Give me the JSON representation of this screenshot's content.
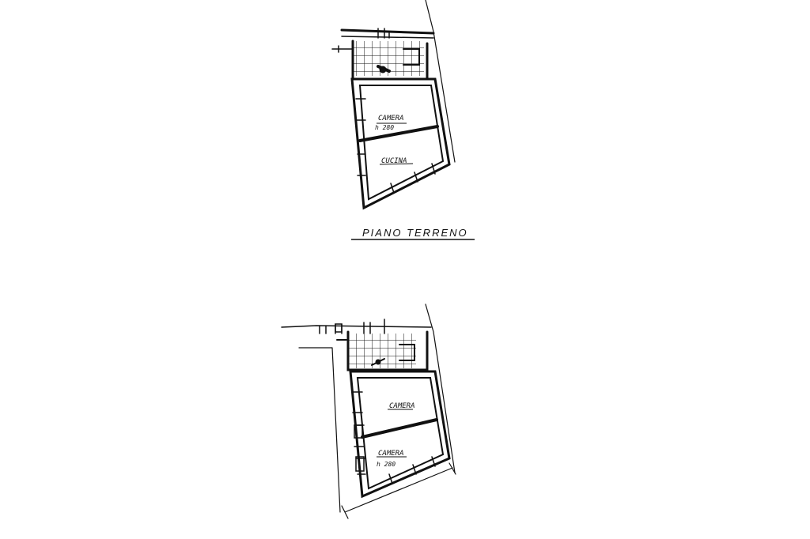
{
  "plan_upper": {
    "room_top_label": "CAMERA",
    "room_top_height": "h 280",
    "room_bottom_label": "CUCINA"
  },
  "caption": {
    "text": "PIANO TERRENO"
  },
  "plan_lower": {
    "room_top_label": "CAMERA",
    "room_bottom_label": "CAMERA",
    "room_bottom_height": "h 280"
  },
  "colors": {
    "ink": "#111111",
    "paper": "#ffffff"
  }
}
